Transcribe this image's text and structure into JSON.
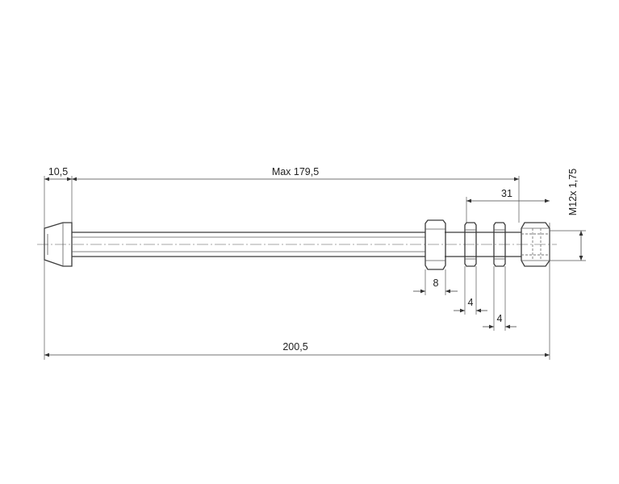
{
  "dimensions": {
    "flange_width": "10,5",
    "max_length": "Max 179,5",
    "thread_length": "31",
    "thread_spec": "M12x 1,75",
    "ring_large": "8",
    "ring_small_1": "4",
    "ring_small_2": "4",
    "overall_length": "200,5"
  },
  "colors": {
    "line": "#3a3a3a",
    "background": "#ffffff"
  }
}
